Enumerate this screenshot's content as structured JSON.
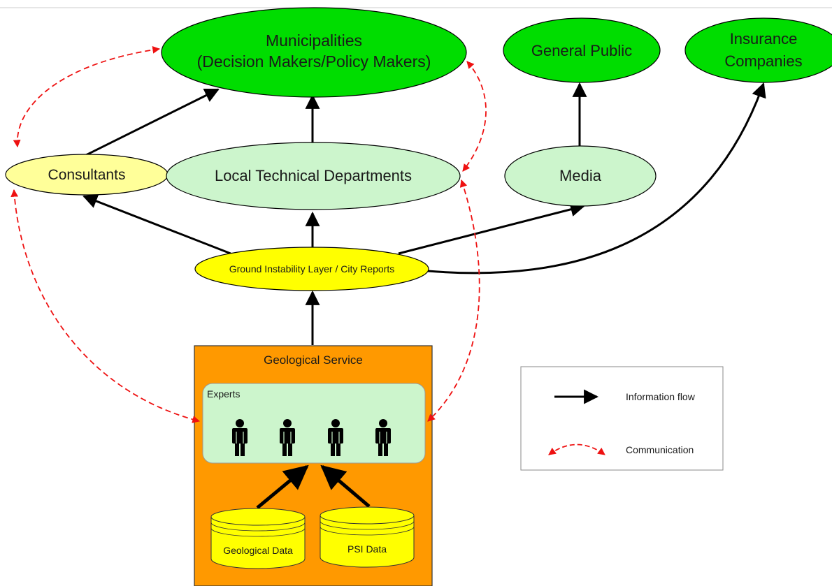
{
  "nodes": {
    "municipalities": {
      "line1": "Municipalities",
      "line2": "(Decision Makers/Policy Makers)"
    },
    "general_public": {
      "label": "General Public"
    },
    "insurance": {
      "line1": "Insurance",
      "line2": "Companies"
    },
    "consultants": {
      "label": "Consultants"
    },
    "local_tech": {
      "label": "Local Technical Departments"
    },
    "media": {
      "label": "Media"
    },
    "ground_layer": {
      "label": "Ground Instability Layer / City Reports"
    },
    "geological_service": {
      "label": "Geological Service"
    },
    "experts": {
      "label": "Experts"
    },
    "geological_data": {
      "label": "Geological Data"
    },
    "psi_data": {
      "label": "PSI Data"
    }
  },
  "legend": {
    "information_flow": "Information flow",
    "communication": "Communication"
  },
  "colors": {
    "bright_green": "#00dd00",
    "light_green": "#ccf5cc",
    "yellow": "#ffff00",
    "pale_yellow": "#ffff99",
    "orange": "#ff9900",
    "red_dashed": "#ee1111"
  },
  "icons": {
    "person": "person-icon"
  }
}
